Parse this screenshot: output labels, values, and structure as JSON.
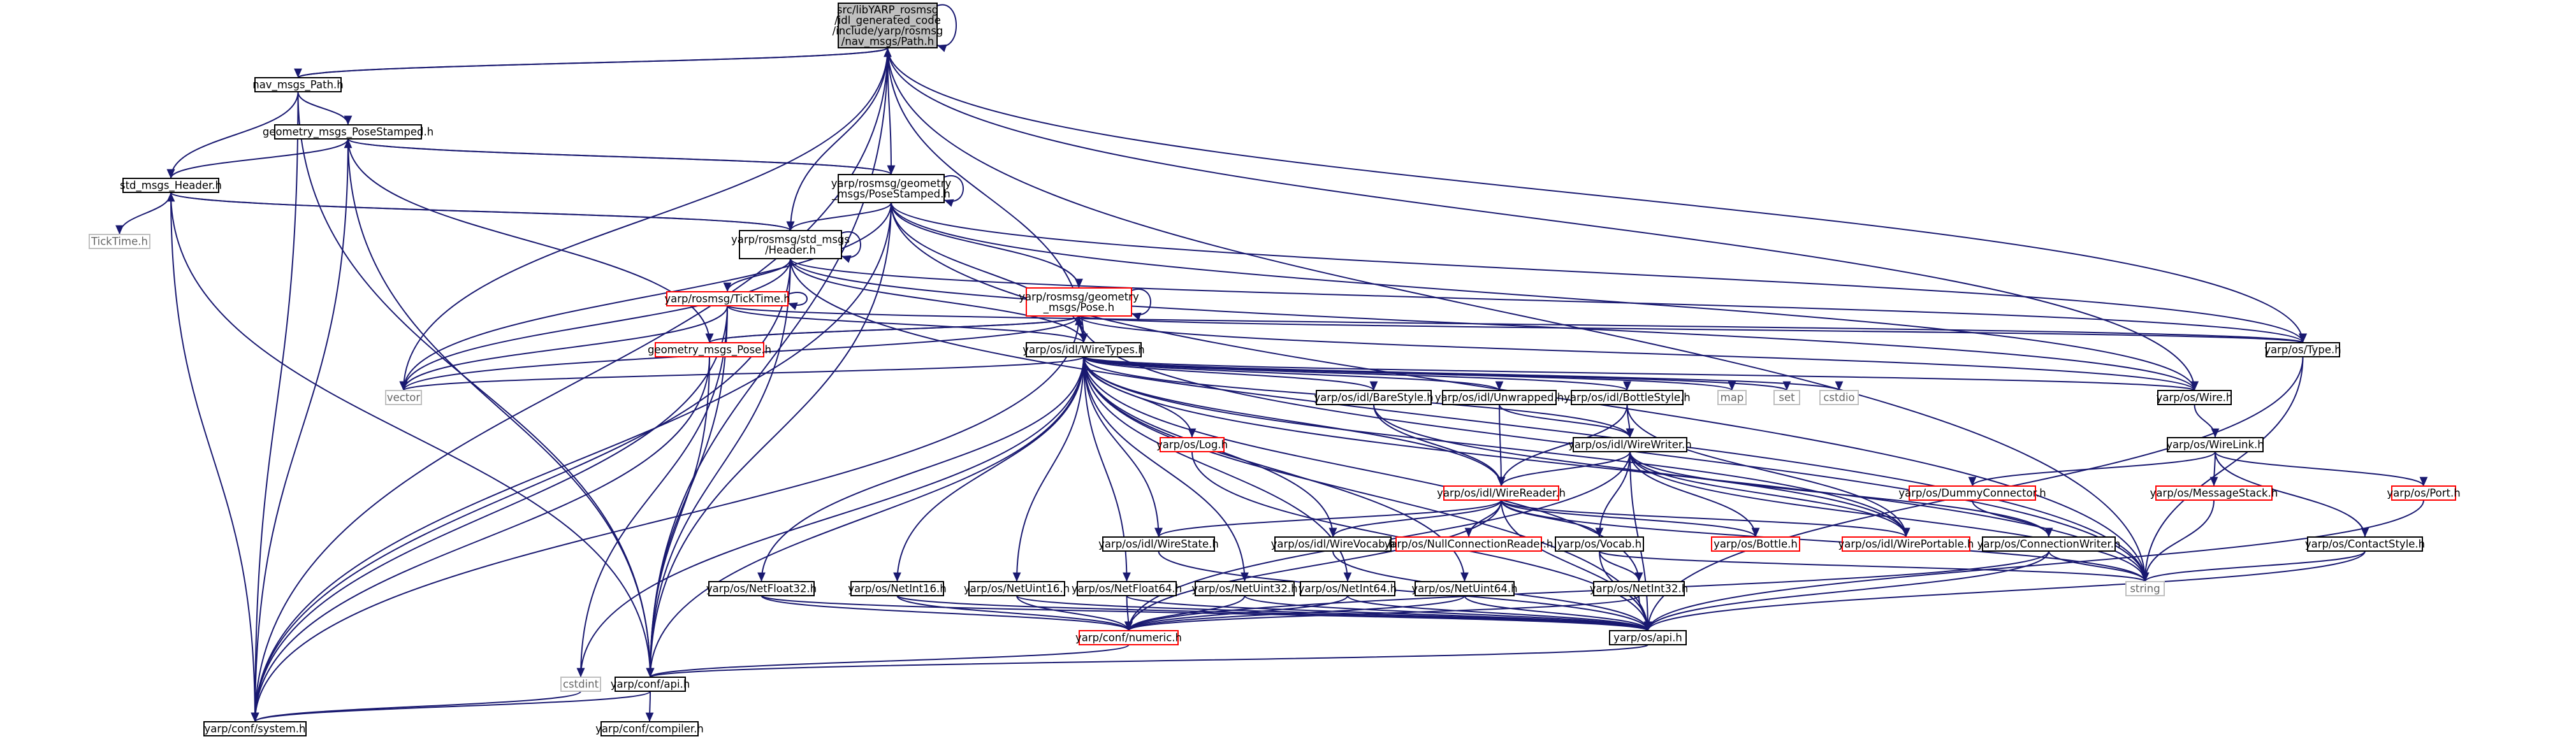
{
  "diagram": {
    "type": "include-dependency-graph",
    "colors": {
      "edge": "#191970",
      "node_border": "#000000",
      "missing_border": "#bfbfbf",
      "truncated_border": "#ff0000",
      "root_fill": "#bfbfbf",
      "node_fill": "#ffffff",
      "text": "#000000",
      "missing_text": "#666666"
    },
    "nodes": [
      {
        "id": "root",
        "label": [
          "src/libYARP_rosmsg",
          "/idl_generated_code",
          "/include/yarp/rosmsg",
          "/nav_msgs/Path.h"
        ],
        "style": "root"
      },
      {
        "id": "nav_path",
        "label": [
          "nav_msgs_Path.h"
        ],
        "style": "normal"
      },
      {
        "id": "geom_pose_stamped",
        "label": [
          "geometry_msgs_PoseStamped.h"
        ],
        "style": "normal"
      },
      {
        "id": "std_header",
        "label": [
          "std_msgs_Header.h"
        ],
        "style": "normal"
      },
      {
        "id": "ticktime_missing",
        "label": [
          "TickTime.h"
        ],
        "style": "missing"
      },
      {
        "id": "yr_pose_stamped",
        "label": [
          "yarp/rosmsg/geometry",
          "_msgs/PoseStamped.h"
        ],
        "style": "normal"
      },
      {
        "id": "yr_header",
        "label": [
          "yarp/rosmsg/std_msgs",
          "/Header.h"
        ],
        "style": "normal"
      },
      {
        "id": "yr_ticktime",
        "label": [
          "yarp/rosmsg/TickTime.h"
        ],
        "style": "truncated"
      },
      {
        "id": "yr_pose",
        "label": [
          "yarp/rosmsg/geometry",
          "_msgs/Pose.h"
        ],
        "style": "truncated"
      },
      {
        "id": "geom_pose",
        "label": [
          "geometry_msgs_Pose.h"
        ],
        "style": "truncated"
      },
      {
        "id": "wiretypes",
        "label": [
          "yarp/os/idl/WireTypes.h"
        ],
        "style": "normal"
      },
      {
        "id": "vector",
        "label": [
          "vector"
        ],
        "style": "missing"
      },
      {
        "id": "map",
        "label": [
          "map"
        ],
        "style": "missing"
      },
      {
        "id": "set",
        "label": [
          "set"
        ],
        "style": "missing"
      },
      {
        "id": "cstdio",
        "label": [
          "cstdio"
        ],
        "style": "missing"
      },
      {
        "id": "type",
        "label": [
          "yarp/os/Type.h"
        ],
        "style": "normal"
      },
      {
        "id": "wire",
        "label": [
          "yarp/os/Wire.h"
        ],
        "style": "normal"
      },
      {
        "id": "barestyle",
        "label": [
          "yarp/os/idl/BareStyle.h"
        ],
        "style": "normal"
      },
      {
        "id": "unwrapped",
        "label": [
          "yarp/os/idl/Unwrapped.h"
        ],
        "style": "normal"
      },
      {
        "id": "bottlestyle",
        "label": [
          "yarp/os/idl/BottleStyle.h"
        ],
        "style": "normal"
      },
      {
        "id": "log",
        "label": [
          "yarp/os/Log.h"
        ],
        "style": "truncated"
      },
      {
        "id": "wirewriter",
        "label": [
          "yarp/os/idl/WireWriter.h"
        ],
        "style": "normal"
      },
      {
        "id": "wirelink",
        "label": [
          "yarp/os/WireLink.h"
        ],
        "style": "normal"
      },
      {
        "id": "wirereader",
        "label": [
          "yarp/os/idl/WireReader.h"
        ],
        "style": "truncated"
      },
      {
        "id": "dummyconn",
        "label": [
          "yarp/os/DummyConnector.h"
        ],
        "style": "truncated"
      },
      {
        "id": "msgstack",
        "label": [
          "yarp/os/MessageStack.h"
        ],
        "style": "truncated"
      },
      {
        "id": "port",
        "label": [
          "yarp/os/Port.h"
        ],
        "style": "truncated"
      },
      {
        "id": "wireportable",
        "label": [
          "yarp/os/idl/WirePortable.h"
        ],
        "style": "truncated"
      },
      {
        "id": "bottle",
        "label": [
          "yarp/os/Bottle.h"
        ],
        "style": "truncated"
      },
      {
        "id": "connwriter",
        "label": [
          "yarp/os/ConnectionWriter.h"
        ],
        "style": "normal"
      },
      {
        "id": "contactstyle",
        "label": [
          "yarp/os/ContactStyle.h"
        ],
        "style": "normal"
      },
      {
        "id": "wirestate",
        "label": [
          "yarp/os/idl/WireState.h"
        ],
        "style": "normal"
      },
      {
        "id": "wirevocab",
        "label": [
          "yarp/os/idl/WireVocab.h"
        ],
        "style": "normal"
      },
      {
        "id": "nullconnreader",
        "label": [
          "yarp/os/NullConnectionReader.h"
        ],
        "style": "truncated"
      },
      {
        "id": "vocab",
        "label": [
          "yarp/os/Vocab.h"
        ],
        "style": "normal"
      },
      {
        "id": "string",
        "label": [
          "string"
        ],
        "style": "missing"
      },
      {
        "id": "netfloat32",
        "label": [
          "yarp/os/NetFloat32.h"
        ],
        "style": "normal"
      },
      {
        "id": "netint16",
        "label": [
          "yarp/os/NetInt16.h"
        ],
        "style": "normal"
      },
      {
        "id": "netuint16",
        "label": [
          "yarp/os/NetUint16.h"
        ],
        "style": "normal"
      },
      {
        "id": "netfloat64",
        "label": [
          "yarp/os/NetFloat64.h"
        ],
        "style": "normal"
      },
      {
        "id": "netuint32",
        "label": [
          "yarp/os/NetUint32.h"
        ],
        "style": "normal"
      },
      {
        "id": "netint64",
        "label": [
          "yarp/os/NetInt64.h"
        ],
        "style": "normal"
      },
      {
        "id": "netuint64",
        "label": [
          "yarp/os/NetUint64.h"
        ],
        "style": "normal"
      },
      {
        "id": "netint32",
        "label": [
          "yarp/os/NetInt32.h"
        ],
        "style": "normal"
      },
      {
        "id": "numeric",
        "label": [
          "yarp/conf/numeric.h"
        ],
        "style": "truncated"
      },
      {
        "id": "osapi",
        "label": [
          "yarp/os/api.h"
        ],
        "style": "normal"
      },
      {
        "id": "cstdint",
        "label": [
          "cstdint"
        ],
        "style": "missing"
      },
      {
        "id": "confapi",
        "label": [
          "yarp/conf/api.h"
        ],
        "style": "normal"
      },
      {
        "id": "system",
        "label": [
          "yarp/conf/system.h"
        ],
        "style": "normal"
      },
      {
        "id": "compiler",
        "label": [
          "yarp/conf/compiler.h"
        ],
        "style": "normal"
      }
    ],
    "edges": [
      [
        "root",
        "nav_path"
      ],
      [
        "root",
        "yr_header"
      ],
      [
        "root",
        "yr_pose_stamped"
      ],
      [
        "root",
        "vector"
      ],
      [
        "root",
        "wiretypes"
      ],
      [
        "root",
        "type"
      ],
      [
        "root",
        "wire"
      ],
      [
        "root",
        "string"
      ],
      [
        "root",
        "confapi"
      ],
      [
        "root",
        "system"
      ],
      [
        "root",
        "root"
      ],
      [
        "nav_path",
        "root"
      ],
      [
        "nav_path",
        "geom_pose_stamped"
      ],
      [
        "nav_path",
        "std_header"
      ],
      [
        "nav_path",
        "confapi"
      ],
      [
        "nav_path",
        "system"
      ],
      [
        "geom_pose_stamped",
        "yr_pose_stamped"
      ],
      [
        "geom_pose_stamped",
        "std_header"
      ],
      [
        "geom_pose_stamped",
        "geom_pose"
      ],
      [
        "geom_pose_stamped",
        "confapi"
      ],
      [
        "geom_pose_stamped",
        "system"
      ],
      [
        "std_header",
        "ticktime_missing"
      ],
      [
        "std_header",
        "yr_header"
      ],
      [
        "std_header",
        "system"
      ],
      [
        "std_header",
        "confapi"
      ],
      [
        "yr_pose_stamped",
        "geom_pose_stamped"
      ],
      [
        "yr_pose_stamped",
        "yr_header"
      ],
      [
        "yr_pose_stamped",
        "yr_pose"
      ],
      [
        "yr_pose_stamped",
        "wiretypes"
      ],
      [
        "yr_pose_stamped",
        "vector"
      ],
      [
        "yr_pose_stamped",
        "type"
      ],
      [
        "yr_pose_stamped",
        "wire"
      ],
      [
        "yr_pose_stamped",
        "string"
      ],
      [
        "yr_pose_stamped",
        "confapi"
      ],
      [
        "yr_pose_stamped",
        "system"
      ],
      [
        "yr_pose_stamped",
        "yr_pose_stamped"
      ],
      [
        "yr_header",
        "std_header"
      ],
      [
        "yr_header",
        "yr_ticktime"
      ],
      [
        "yr_header",
        "wiretypes"
      ],
      [
        "yr_header",
        "vector"
      ],
      [
        "yr_header",
        "type"
      ],
      [
        "yr_header",
        "wire"
      ],
      [
        "yr_header",
        "string"
      ],
      [
        "yr_header",
        "confapi"
      ],
      [
        "yr_header",
        "system"
      ],
      [
        "yr_header",
        "yr_header"
      ],
      [
        "yr_ticktime",
        "wiretypes"
      ],
      [
        "yr_ticktime",
        "vector"
      ],
      [
        "yr_ticktime",
        "cstdint"
      ],
      [
        "yr_ticktime",
        "system"
      ],
      [
        "yr_ticktime",
        "confapi"
      ],
      [
        "yr_ticktime",
        "type"
      ],
      [
        "yr_ticktime",
        "yr_ticktime"
      ],
      [
        "yr_pose",
        "geom_pose"
      ],
      [
        "yr_pose",
        "wiretypes"
      ],
      [
        "yr_pose",
        "vector"
      ],
      [
        "yr_pose",
        "type"
      ],
      [
        "yr_pose",
        "wire"
      ],
      [
        "yr_pose",
        "string"
      ],
      [
        "yr_pose",
        "system"
      ],
      [
        "yr_pose",
        "yr_pose"
      ],
      [
        "geom_pose",
        "yr_pose"
      ],
      [
        "geom_pose",
        "confapi"
      ],
      [
        "geom_pose",
        "system"
      ],
      [
        "wiretypes",
        "vector"
      ],
      [
        "wiretypes",
        "map"
      ],
      [
        "wiretypes",
        "set"
      ],
      [
        "wiretypes",
        "cstdio"
      ],
      [
        "wiretypes",
        "wire"
      ],
      [
        "wiretypes",
        "barestyle"
      ],
      [
        "wiretypes",
        "unwrapped"
      ],
      [
        "wiretypes",
        "bottlestyle"
      ],
      [
        "wiretypes",
        "log"
      ],
      [
        "wiretypes",
        "wirewriter"
      ],
      [
        "wiretypes",
        "wirereader"
      ],
      [
        "wiretypes",
        "wireportable"
      ],
      [
        "wiretypes",
        "wirestate"
      ],
      [
        "wiretypes",
        "wirevocab"
      ],
      [
        "wiretypes",
        "string"
      ],
      [
        "wiretypes",
        "netfloat32"
      ],
      [
        "wiretypes",
        "netint16"
      ],
      [
        "wiretypes",
        "netuint16"
      ],
      [
        "wiretypes",
        "netfloat64"
      ],
      [
        "wiretypes",
        "netuint32"
      ],
      [
        "wiretypes",
        "netint64"
      ],
      [
        "wiretypes",
        "netuint64"
      ],
      [
        "wiretypes",
        "netint32"
      ],
      [
        "wiretypes",
        "cstdint"
      ],
      [
        "wiretypes",
        "osapi"
      ],
      [
        "wiretypes",
        "confapi"
      ],
      [
        "type",
        "string"
      ],
      [
        "type",
        "osapi"
      ],
      [
        "wire",
        "wirelink"
      ],
      [
        "wirelink",
        "dummyconn"
      ],
      [
        "wirelink",
        "msgstack"
      ],
      [
        "wirelink",
        "port"
      ],
      [
        "wirelink",
        "contactstyle"
      ],
      [
        "dummyconn",
        "connwriter"
      ],
      [
        "msgstack",
        "string"
      ],
      [
        "port",
        "osapi"
      ],
      [
        "contactstyle",
        "string"
      ],
      [
        "contactstyle",
        "osapi"
      ],
      [
        "barestyle",
        "wirereader"
      ],
      [
        "barestyle",
        "wireportable"
      ],
      [
        "unwrapped",
        "wirereader"
      ],
      [
        "unwrapped",
        "wirewriter"
      ],
      [
        "bottlestyle",
        "wirereader"
      ],
      [
        "bottlestyle",
        "wirewriter"
      ],
      [
        "bottlestyle",
        "wireportable"
      ],
      [
        "log",
        "osapi"
      ],
      [
        "wirewriter",
        "wirereader"
      ],
      [
        "wirewriter",
        "wireportable"
      ],
      [
        "wirewriter",
        "vocab"
      ],
      [
        "wirewriter",
        "bottle"
      ],
      [
        "wirewriter",
        "connwriter"
      ],
      [
        "wirewriter",
        "string"
      ],
      [
        "wirewriter",
        "numeric"
      ],
      [
        "wirewriter",
        "osapi"
      ],
      [
        "wirereader",
        "wirestate"
      ],
      [
        "wirereader",
        "wirevocab"
      ],
      [
        "wirereader",
        "nullconnreader"
      ],
      [
        "wirereader",
        "vocab"
      ],
      [
        "wirereader",
        "bottle"
      ],
      [
        "wirereader",
        "wireportable"
      ],
      [
        "wirereader",
        "string"
      ],
      [
        "wirereader",
        "numeric"
      ],
      [
        "wirereader",
        "osapi"
      ],
      [
        "connwriter",
        "string"
      ],
      [
        "connwriter",
        "osapi"
      ],
      [
        "connwriter",
        "numeric"
      ],
      [
        "vocab",
        "string"
      ],
      [
        "vocab",
        "osapi"
      ],
      [
        "vocab",
        "netint32"
      ],
      [
        "wirestate",
        "osapi"
      ],
      [
        "wirevocab",
        "osapi"
      ],
      [
        "netfloat32",
        "numeric"
      ],
      [
        "netfloat32",
        "osapi"
      ],
      [
        "netint16",
        "numeric"
      ],
      [
        "netint16",
        "osapi"
      ],
      [
        "netuint16",
        "numeric"
      ],
      [
        "netuint16",
        "osapi"
      ],
      [
        "netfloat64",
        "numeric"
      ],
      [
        "netfloat64",
        "osapi"
      ],
      [
        "netuint32",
        "numeric"
      ],
      [
        "netuint32",
        "osapi"
      ],
      [
        "netint64",
        "numeric"
      ],
      [
        "netint64",
        "osapi"
      ],
      [
        "netuint64",
        "numeric"
      ],
      [
        "netuint64",
        "osapi"
      ],
      [
        "netint32",
        "numeric"
      ],
      [
        "netint32",
        "osapi"
      ],
      [
        "numeric",
        "confapi"
      ],
      [
        "osapi",
        "confapi"
      ],
      [
        "confapi",
        "compiler"
      ],
      [
        "confapi",
        "system"
      ],
      [
        "cstdint",
        "system"
      ]
    ]
  }
}
